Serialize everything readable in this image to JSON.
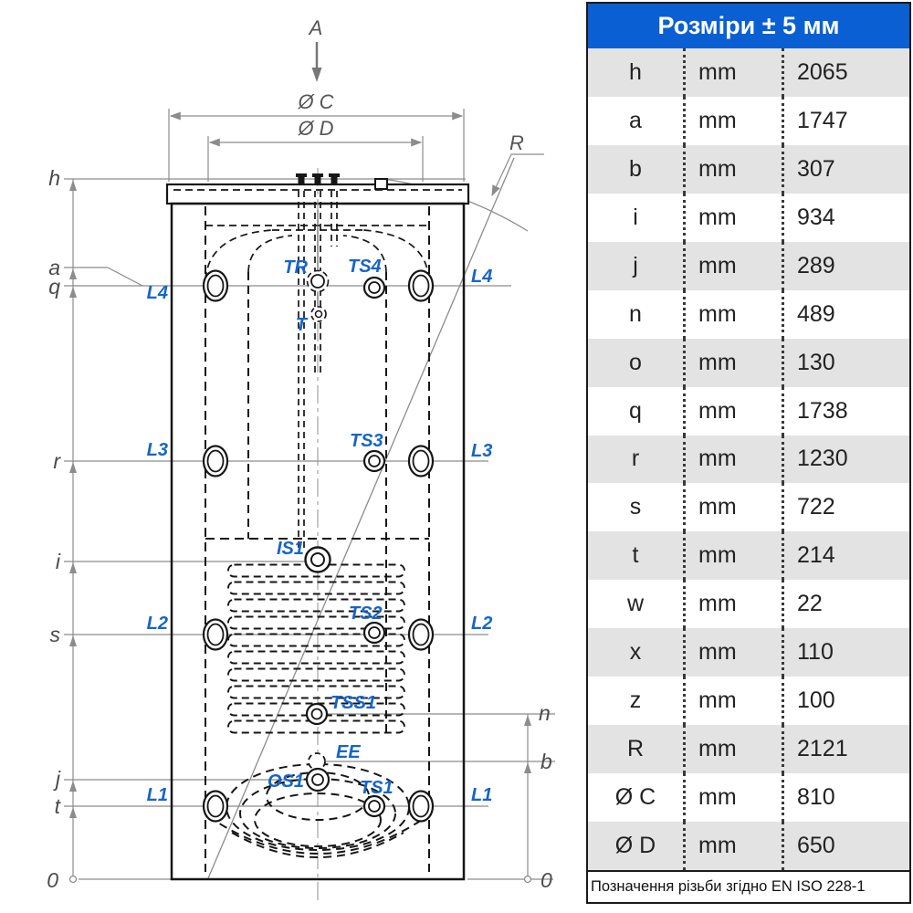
{
  "table": {
    "title": "Розміри ± 5 мм",
    "footer": "Позначення різьби згідно EN ISO 228-1",
    "rows": [
      {
        "param": "h",
        "unit": "mm",
        "value": "2065"
      },
      {
        "param": "a",
        "unit": "mm",
        "value": "1747"
      },
      {
        "param": "b",
        "unit": "mm",
        "value": "307"
      },
      {
        "param": "i",
        "unit": "mm",
        "value": "934"
      },
      {
        "param": "j",
        "unit": "mm",
        "value": "289"
      },
      {
        "param": "n",
        "unit": "mm",
        "value": "489"
      },
      {
        "param": "o",
        "unit": "mm",
        "value": "130"
      },
      {
        "param": "q",
        "unit": "mm",
        "value": "1738"
      },
      {
        "param": "r",
        "unit": "mm",
        "value": "1230"
      },
      {
        "param": "s",
        "unit": "mm",
        "value": "722"
      },
      {
        "param": "t",
        "unit": "mm",
        "value": "214"
      },
      {
        "param": "w",
        "unit": "mm",
        "value": "22"
      },
      {
        "param": "x",
        "unit": "mm",
        "value": "110"
      },
      {
        "param": "z",
        "unit": "mm",
        "value": "100"
      },
      {
        "param": "R",
        "unit": "mm",
        "value": "2121"
      },
      {
        "param": "Ø C",
        "unit": "mm",
        "value": "810"
      },
      {
        "param": "Ø D",
        "unit": "mm",
        "value": "650"
      }
    ]
  },
  "diagram": {
    "section_arrow_label": "A",
    "outer_diameter_label": "Ø C",
    "inner_diameter_label": "Ø D",
    "tilt_radius_label": "R",
    "left_dim_labels": {
      "h": "h",
      "a": "a",
      "q": "q",
      "r": "r",
      "i": "i",
      "s": "s",
      "j": "j",
      "t": "t",
      "zero": "0"
    },
    "right_dim_labels": {
      "n": "n",
      "b": "b",
      "zero": "0"
    },
    "port_labels": {
      "tr": "TR",
      "ts4": "TS4",
      "t": "T",
      "l4_left": "L4",
      "l4_right": "L4",
      "ts3": "TS3",
      "l3_left": "L3",
      "l3_right": "L3",
      "is1": "IS1",
      "ts2": "TS2",
      "l2_left": "L2",
      "l2_right": "L2",
      "tss1": "TSS1",
      "ee": "EE",
      "os1": "OS1",
      "ts1": "TS1",
      "l1_left": "L1",
      "l1_right": "L1"
    }
  },
  "colors": {
    "header_blue": "#0a60d2",
    "port_label_blue": "#1565c8",
    "row_gray": "#e3e3e3",
    "line_black": "#161616",
    "dim_gray": "#8c8c8c"
  }
}
